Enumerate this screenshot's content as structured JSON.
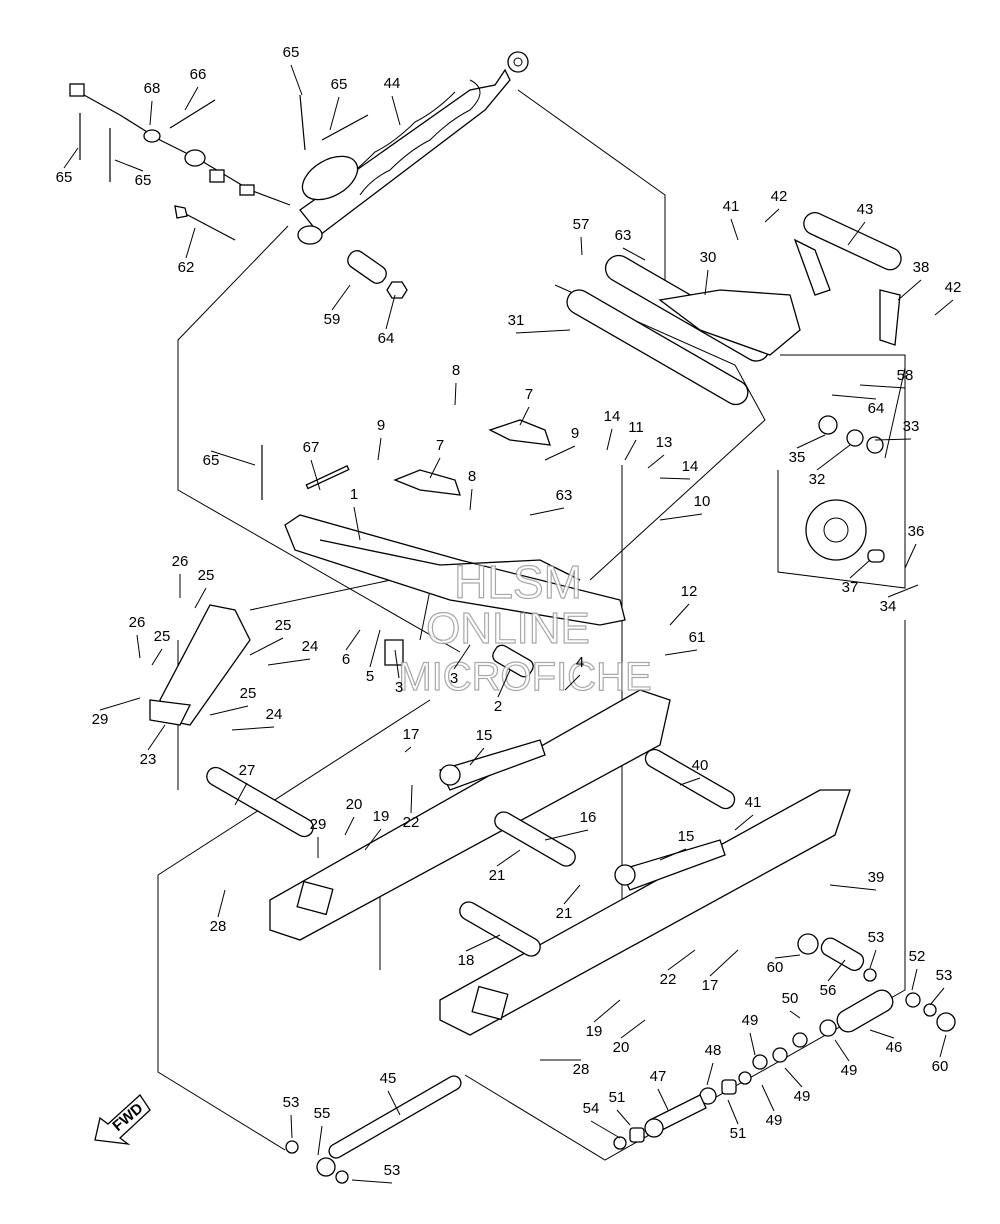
{
  "diagram": {
    "parts": [
      {
        "id": "p65a",
        "label": "65"
      },
      {
        "id": "p66",
        "label": "66"
      },
      {
        "id": "p68",
        "label": "68"
      },
      {
        "id": "p65b",
        "label": "65"
      },
      {
        "id": "p44",
        "label": "44"
      },
      {
        "id": "p65c",
        "label": "65"
      },
      {
        "id": "p65d",
        "label": "65"
      },
      {
        "id": "p62",
        "label": "62"
      },
      {
        "id": "p59",
        "label": "59"
      },
      {
        "id": "p64a",
        "label": "64"
      },
      {
        "id": "p57",
        "label": "57"
      },
      {
        "id": "p63a",
        "label": "63"
      },
      {
        "id": "p41a",
        "label": "41"
      },
      {
        "id": "p42a",
        "label": "42"
      },
      {
        "id": "p43",
        "label": "43"
      },
      {
        "id": "p30",
        "label": "30"
      },
      {
        "id": "p38",
        "label": "38"
      },
      {
        "id": "p42b",
        "label": "42"
      },
      {
        "id": "p31",
        "label": "31"
      },
      {
        "id": "p58",
        "label": "58"
      },
      {
        "id": "p64b",
        "label": "64"
      },
      {
        "id": "p8a",
        "label": "8"
      },
      {
        "id": "p7a",
        "label": "7"
      },
      {
        "id": "p9a",
        "label": "9"
      },
      {
        "id": "p14a",
        "label": "14"
      },
      {
        "id": "p11",
        "label": "11"
      },
      {
        "id": "p13",
        "label": "13"
      },
      {
        "id": "p14b",
        "label": "14"
      },
      {
        "id": "p33",
        "label": "33"
      },
      {
        "id": "p35",
        "label": "35"
      },
      {
        "id": "p32",
        "label": "32"
      },
      {
        "id": "p9b",
        "label": "9"
      },
      {
        "id": "p65e",
        "label": "65"
      },
      {
        "id": "p67",
        "label": "67"
      },
      {
        "id": "p7b",
        "label": "7"
      },
      {
        "id": "p8b",
        "label": "8"
      },
      {
        "id": "p10",
        "label": "10"
      },
      {
        "id": "p1",
        "label": "1"
      },
      {
        "id": "p63b",
        "label": "63"
      },
      {
        "id": "p36",
        "label": "36"
      },
      {
        "id": "p37",
        "label": "37"
      },
      {
        "id": "p34",
        "label": "34"
      },
      {
        "id": "p26a",
        "label": "26"
      },
      {
        "id": "p25a",
        "label": "25"
      },
      {
        "id": "p12",
        "label": "12"
      },
      {
        "id": "p26b",
        "label": "26"
      },
      {
        "id": "p25b",
        "label": "25"
      },
      {
        "id": "p25c",
        "label": "25"
      },
      {
        "id": "p24a",
        "label": "24"
      },
      {
        "id": "p61",
        "label": "61"
      },
      {
        "id": "p6",
        "label": "6"
      },
      {
        "id": "p5",
        "label": "5"
      },
      {
        "id": "p3a",
        "label": "3"
      },
      {
        "id": "p3b",
        "label": "3"
      },
      {
        "id": "p4",
        "label": "4"
      },
      {
        "id": "p25d",
        "label": "25"
      },
      {
        "id": "p29a",
        "label": "29"
      },
      {
        "id": "p24b",
        "label": "24"
      },
      {
        "id": "p2",
        "label": "2"
      },
      {
        "id": "p23",
        "label": "23"
      },
      {
        "id": "p17a",
        "label": "17"
      },
      {
        "id": "p15a",
        "label": "15"
      },
      {
        "id": "p27",
        "label": "27"
      },
      {
        "id": "p40",
        "label": "40"
      },
      {
        "id": "p22a",
        "label": "22"
      },
      {
        "id": "p20a",
        "label": "20"
      },
      {
        "id": "p19a",
        "label": "19"
      },
      {
        "id": "p41b",
        "label": "41"
      },
      {
        "id": "p29b",
        "label": "29"
      },
      {
        "id": "p16",
        "label": "16"
      },
      {
        "id": "p15b",
        "label": "15"
      },
      {
        "id": "p21a",
        "label": "21"
      },
      {
        "id": "p39",
        "label": "39"
      },
      {
        "id": "p21b",
        "label": "21"
      },
      {
        "id": "p28a",
        "label": "28"
      },
      {
        "id": "p18",
        "label": "18"
      },
      {
        "id": "p22b",
        "label": "22"
      },
      {
        "id": "p17b",
        "label": "17"
      },
      {
        "id": "p53a",
        "label": "53"
      },
      {
        "id": "p60a",
        "label": "60"
      },
      {
        "id": "p56",
        "label": "56"
      },
      {
        "id": "p52",
        "label": "52"
      },
      {
        "id": "p53b",
        "label": "53"
      },
      {
        "id": "p50",
        "label": "50"
      },
      {
        "id": "p49a",
        "label": "49"
      },
      {
        "id": "p19b",
        "label": "19"
      },
      {
        "id": "p20b",
        "label": "20"
      },
      {
        "id": "p46",
        "label": "46"
      },
      {
        "id": "p60b",
        "label": "60"
      },
      {
        "id": "p48",
        "label": "48"
      },
      {
        "id": "p49b",
        "label": "49"
      },
      {
        "id": "p49c",
        "label": "49"
      },
      {
        "id": "p28b",
        "label": "28"
      },
      {
        "id": "p47",
        "label": "47"
      },
      {
        "id": "p45",
        "label": "45"
      },
      {
        "id": "p53c",
        "label": "53"
      },
      {
        "id": "p55",
        "label": "55"
      },
      {
        "id": "p54",
        "label": "54"
      },
      {
        "id": "p51a",
        "label": "51"
      },
      {
        "id": "p51b",
        "label": "51"
      },
      {
        "id": "p49d",
        "label": "49"
      },
      {
        "id": "p53d",
        "label": "53"
      }
    ],
    "fwd_label": "FWD",
    "watermark": [
      "HLSM",
      "ONLINE",
      "MICROFICHE"
    ]
  }
}
